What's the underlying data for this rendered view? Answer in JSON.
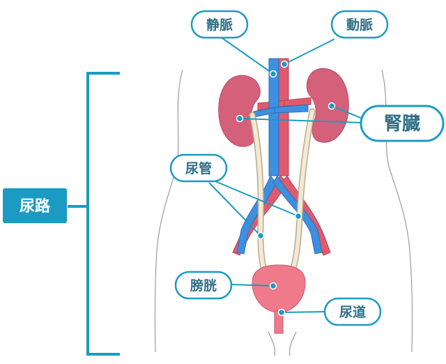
{
  "diagram": {
    "labels": {
      "vein": "静脈",
      "artery": "動脈",
      "kidney": "腎臓",
      "ureter": "尿管",
      "bladder": "膀胱",
      "urethra": "尿道"
    },
    "group_label": "尿路"
  },
  "colors": {
    "accent": "#1b9bc4",
    "label_text": "#2f6f85",
    "kidney": "#d5607a",
    "artery": "#e05a6e",
    "vein": "#3f8fe0",
    "ureter_fill": "#f3e9d4",
    "ureter_stroke": "#b8a98a",
    "bladder": "#ef7a8a",
    "body_outline": "#9a9a9a"
  }
}
